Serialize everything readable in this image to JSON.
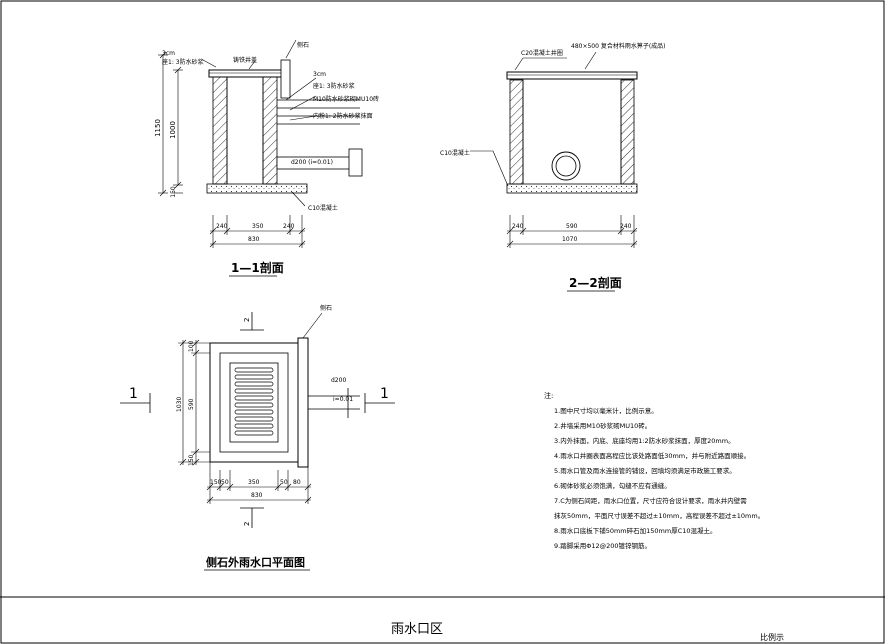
{
  "drawing_title": "雨水口区",
  "credit_text": "比例示",
  "section_1": {
    "title": "1—1剖面",
    "labels": {
      "top_dim": "3cm",
      "top_note": "座1: 3防水砂浆",
      "grate": "铸铁井盖",
      "curb": "侧石",
      "right_dim": "3cm",
      "layer1": "座1: 3防水砂浆",
      "layer2": "M10防水砂浆砌MU10砖",
      "layer3": "内粉1: 2防水砂浆抹面",
      "pipe": "d200 (i=0.01)",
      "base": "C10混凝土"
    },
    "dims": {
      "total_height": "1150",
      "inner_height": "1000",
      "base_height": "150",
      "wall_left": "240",
      "inner_width": "350",
      "wall_right": "240",
      "total_width": "830"
    }
  },
  "section_2": {
    "title": "2—2剖面",
    "labels": {
      "cover": "C20混凝土井圈",
      "grate_size": "480×500 复合材料雨水箅子(成品)",
      "base": "C10混凝土"
    },
    "dims": {
      "wall_left": "240",
      "inner_width": "590",
      "wall_right": "240",
      "total_width": "1070"
    }
  },
  "plan_view": {
    "title": "侧石外雨水口平面图",
    "labels": {
      "curb": "侧石",
      "pipe": "d200",
      "slope": "i=0.01",
      "cut_1": "1",
      "cut_2": "2"
    },
    "dims": {
      "left_top": "100",
      "left_total": "1030",
      "left_mid": "590",
      "left_bottom": "150",
      "bottom_a": "150",
      "bottom_b": "50",
      "bottom_c": "350",
      "bottom_d": "50",
      "bottom_e": "80",
      "bottom_total": "830"
    }
  },
  "notes": {
    "heading": "注:",
    "items": [
      "1.图中尺寸均以毫米计，比例示意。",
      "2.井墙采用M10砂浆砌MU10砖。",
      "3.内外抹面，内底、底座均用1:2防水砂浆抹面，厚度20mm。",
      "4.雨水口井圈表面高程应比该处路面低30mm，并与附近路面顺接。",
      "5.雨水口管及雨水连接管的铺设，回填均须满足市政施工要求。",
      "6.砌体砂浆必须饱满，勾缝不应有通缝。",
      "7.C为侧石间距，雨水口位置，尺寸应符合设计要求，雨水井内壁需",
      "  抹灰50mm，平面尺寸误差不超过±10mm，高程误差不超过±10mm。",
      "8.雨水口底板下铺50mm碎石加150mm厚C10混凝土。",
      "9.踏脚采用Φ12@200镀锌钢筋。"
    ]
  }
}
